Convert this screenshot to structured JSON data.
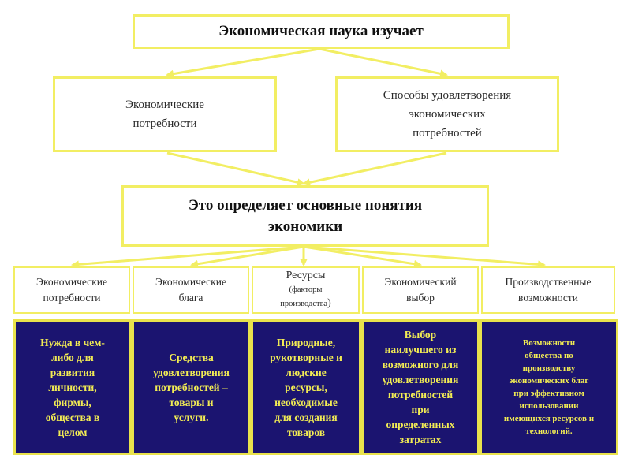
{
  "title": "Экономическая наука изучает",
  "level2": {
    "left": "Экономические\nпотребности",
    "right": "Способы удовлетворения\nэкономических\nпотребностей"
  },
  "determines": "Это определяет основные понятия\nэкономики",
  "categories": [
    {
      "label": "Экономические\nпотребности"
    },
    {
      "label": "Экономические\nблага"
    },
    {
      "label": "Ресурсы",
      "sub": "(факторы\nпроизводства",
      "close": ")"
    },
    {
      "label": "Экономический\nвыбор"
    },
    {
      "label": "Производственные\nвозможности"
    }
  ],
  "definitions": [
    "Нужда в чем-\nлибо для\nразвития\nличности,\nфирмы,\nобщества в\nцелом",
    "Средства\nудовлетворения\nпотребностей –\nтовары и\nуслуги.",
    "Природные,\nрукотворные и\nлюдские\nресурсы,\nнеобходимые\nдля создания\nтоваров",
    "Выбор\nнаилучшего из\nвозможного для\nудовлетворения\nпотребностей\nпри\nопределенных\nзатратах",
    "Возможности\nобщества по\nпроизводству\nэкономических благ\nпри эффективном\nиспользовании\nимеющихся ресурсов и\nтехнологий."
  ],
  "colors": {
    "border": "#f2ee63",
    "panel_bg": "#1b1470",
    "panel_text": "#f2ec54"
  }
}
